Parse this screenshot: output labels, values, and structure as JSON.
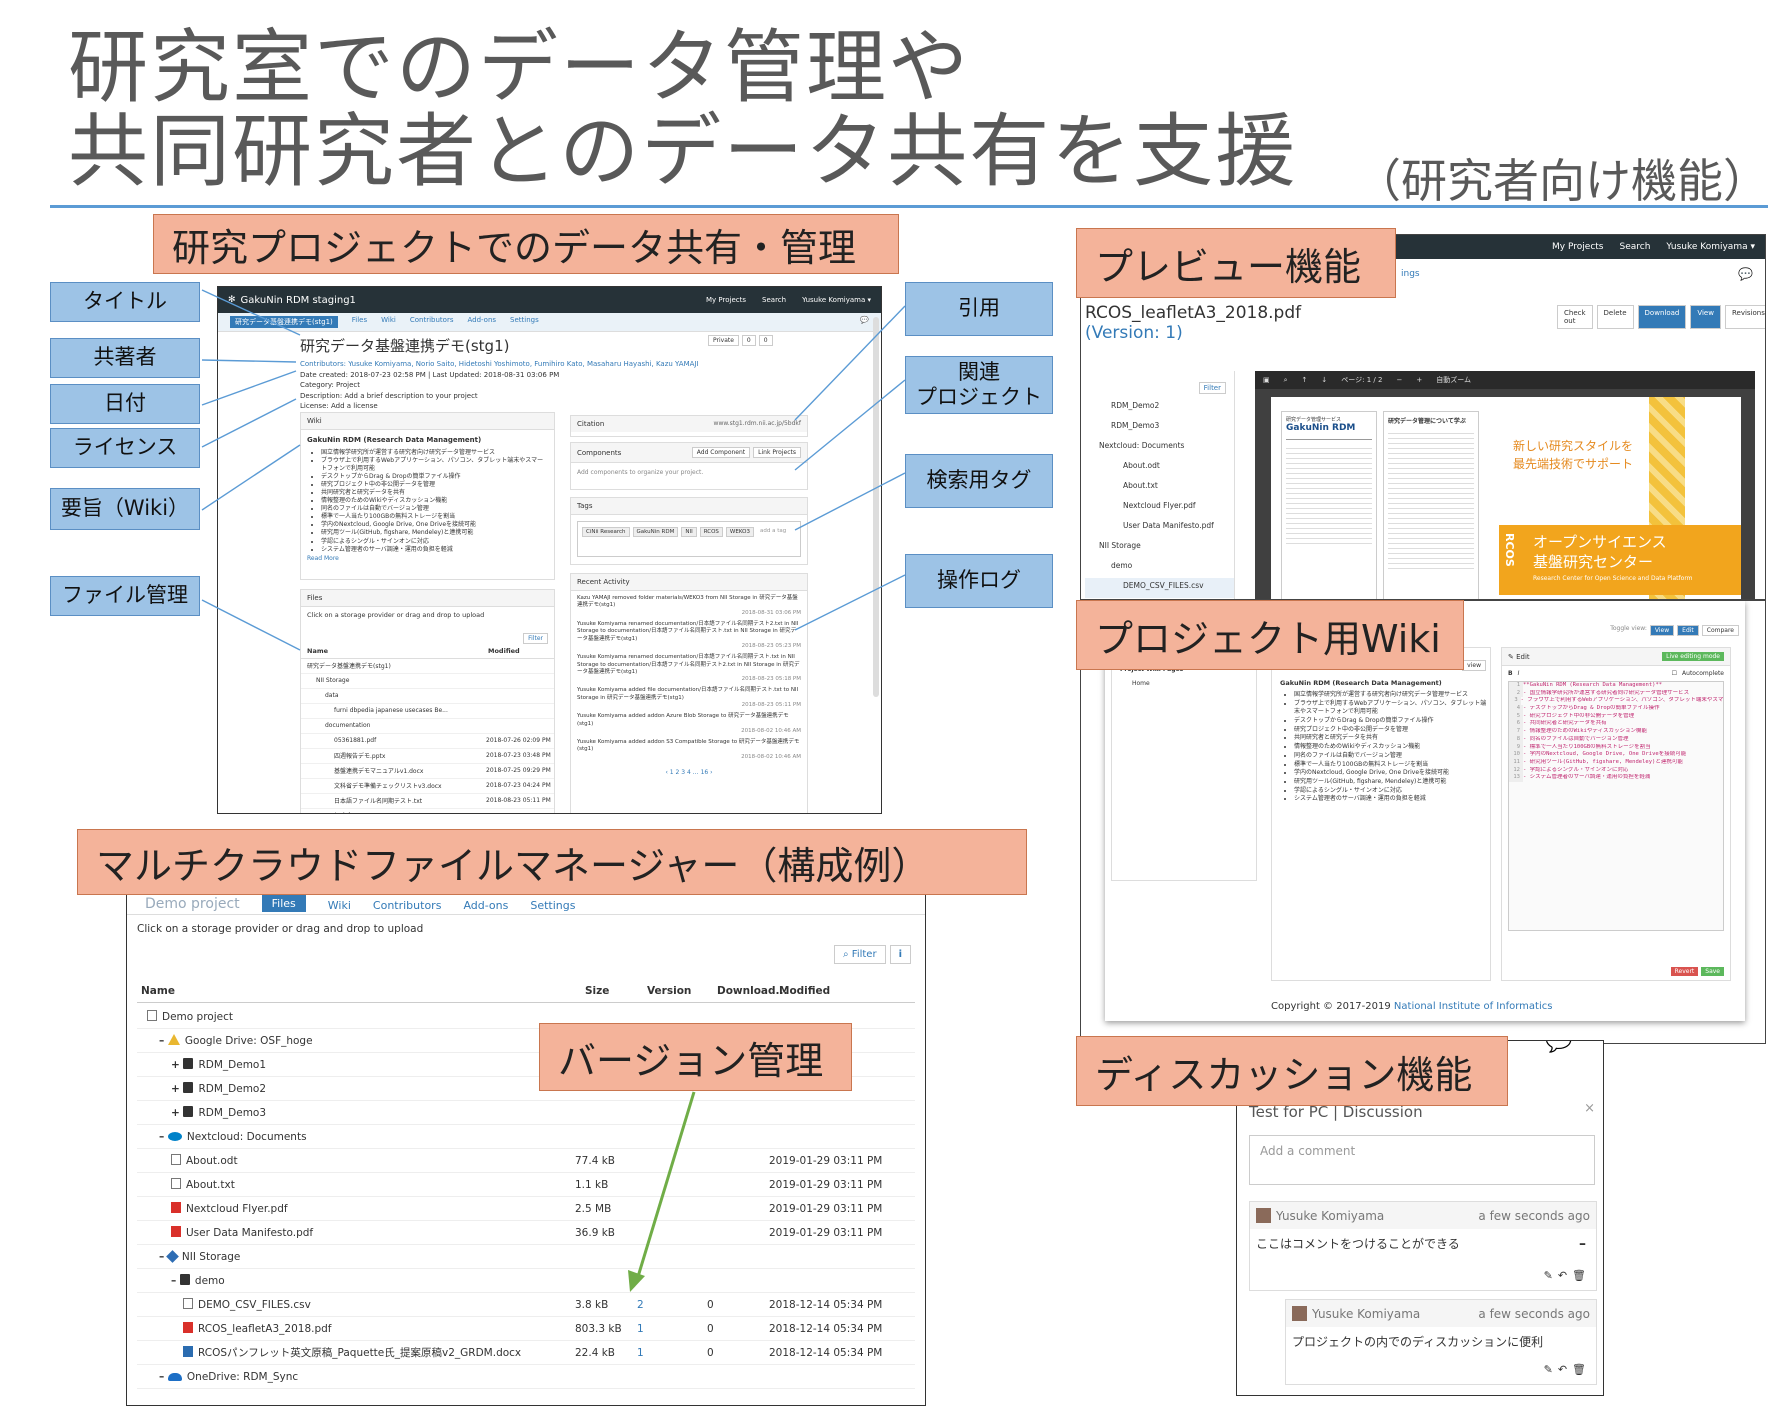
{
  "slide": {
    "title_line1": "研究室でのデータ管理や",
    "title_line2": "共同研究者とのデータ共有を支援",
    "subtitle": "（研究者向け機能）"
  },
  "callouts": {
    "project_sharing": "研究プロジェクトでのデータ共有・管理",
    "preview": "プレビュー機能",
    "wiki": "プロジェクト用Wiki",
    "multicloud": "マルチクラウドファイルマネージャー（構成例）",
    "version": "バージョン管理",
    "discussion": "ディスカッション機能"
  },
  "left_tags": [
    "タイトル",
    "共著者",
    "日付",
    "ライセンス",
    "要旨（Wiki）",
    "ファイル管理"
  ],
  "right_tags": [
    "引用",
    "関連\nプロジェクト",
    "検索用タグ",
    "操作ログ"
  ],
  "project": {
    "brand": "GakuNin RDM staging1",
    "nav": [
      "My Projects",
      "Search",
      "Yusuke Komiyama ▾"
    ],
    "tabs": [
      "研究データ基盤連携デモ(stg1)",
      "Files",
      "Wiki",
      "Contributors",
      "Add-ons",
      "Settings"
    ],
    "title": "研究データ基盤連携デモ(stg1)",
    "buttons": [
      "Private",
      "0",
      "0"
    ],
    "contributors": "Contributors: Yusuke Komiyama, Norio Saito, Hidetoshi Yoshimoto, Fumihiro Kato, Masaharu Hayashi, Kazu YAMAJI",
    "dates": "Date created: 2018-07-23 02:58 PM | Last Updated: 2018-08-31 03:06 PM",
    "category": "Category: Project",
    "description": "Description: Add a brief description to your project",
    "license": "License: Add a license",
    "wiki_header": "Wiki",
    "wiki_title": "GakuNin RDM (Research Data Management)",
    "wiki_items": [
      "国立情報学研究所が運営する研究者向け研究データ管理サービス",
      "ブラウザ上で利用するWebアプリケーション、パソコン、タブレット端末やスマートフォンで利用可能",
      "デスクトップからDrag & Dropの簡単ファイル操作",
      "研究プロジェクト中の非公開データを管理",
      "共同研究者と研究データを共有",
      "情報整理のためのWikiやディスカッション機能",
      "同名のファイルは自動でバージョン管理",
      "標準で一人当たり100GBの無料ストレージを割当",
      "学内のNextcloud, Google Drive, One Driveを接続可能",
      "研究用ツール(GitHub, figshare, Mendeley)と連携可能",
      "学認によるシングル・サインオンに対応",
      "システム管理者のサーバ調達・運用の負担を軽減"
    ],
    "read_more": "Read More",
    "files_header": "Files",
    "files_hint": "Click on a storage provider or drag and drop to upload",
    "filter": "Filter",
    "files_cols": [
      "Name",
      "Modified"
    ],
    "files_rows": [
      {
        "name": "研究データ基盤連携デモ(stg1)",
        "mod": ""
      },
      {
        "name": "NII Storage",
        "mod": ""
      },
      {
        "name": "data",
        "mod": ""
      },
      {
        "name": "furni dbpedia japanese usecases Be...",
        "mod": ""
      },
      {
        "name": "documentation",
        "mod": ""
      },
      {
        "name": "05361881.pdf",
        "mod": "2018-07-26 02:09 PM"
      },
      {
        "name": "四週報告デモ.pptx",
        "mod": "2018-07-23 03:48 PM"
      },
      {
        "name": "基盤連携デモマニュアルv1.docx",
        "mod": "2018-07-25 09:29 PM"
      },
      {
        "name": "文科省デモ準備チェックリストv3.docx",
        "mod": "2018-07-23 04:24 PM"
      },
      {
        "name": "日本語ファイル名同期テスト.txt",
        "mod": "2018-08-23 05:11 PM"
      },
      {
        "name": "materials",
        "mod": ""
      }
    ],
    "citation_header": "Citation",
    "citation_value": "www.stg1.rdm.nii.ac.jp/5bdkf",
    "components_header": "Components",
    "components_buttons": [
      "Add Component",
      "Link Projects"
    ],
    "components_hint": "Add components to organize your project.",
    "tags_header": "Tags",
    "tags": [
      "CiNii Research",
      "GakuNin RDM",
      "NII",
      "RCOS",
      "WEKO3",
      "add a tag"
    ],
    "activity_header": "Recent Activity",
    "activity": [
      {
        "text": "Kazu YAMAJI removed folder materials/WEKO3 from NII Storage in 研究データ基盤連携デモ(stg1)",
        "time": "2018-08-31 03:06 PM"
      },
      {
        "text": "Yusuke Komiyama renamed documentation/日本語ファイル名同期テスト2.txt in NII Storage to documentation/日本語ファイル名同期テスト.txt in NII Storage in 研究データ基盤連携デモ(stg1)",
        "time": "2018-08-23 05:23 PM"
      },
      {
        "text": "Yusuke Komiyama renamed documentation/日本語ファイル名同期テスト.txt in NII Storage to documentation/日本語ファイル名同期テスト2.txt in NII Storage in 研究データ基盤連携デモ(stg1)",
        "time": "2018-08-23 05:18 PM"
      },
      {
        "text": "Yusuke Komiyama added file documentation/日本語ファイル名同期テスト.txt to NII Storage in 研究データ基盤連携デモ(stg1)",
        "time": "2018-08-23 05:11 PM"
      },
      {
        "text": "Yusuke Komiyama added addon Azure Blob Storage to 研究データ基盤連携デモ(stg1)",
        "time": "2018-08-02 10:46 AM"
      },
      {
        "text": "Yusuke Komiyama added addon S3 Compatible Storage to 研究データ基盤連携デモ(stg1)",
        "time": "2018-08-02 10:46 AM"
      }
    ],
    "pager": "‹  1  2  3  4  …  16  ›"
  },
  "preview": {
    "nav": [
      "My Projects",
      "Search",
      "Yusuke Komiyama ▾"
    ],
    "breadcrumb": "ings",
    "filename": "RCOS_leafletA3_2018.pdf",
    "version": "(Version: 1)",
    "buttons": [
      "Check out",
      "Delete",
      "Download",
      "View",
      "Revisions"
    ],
    "filter": "Filter",
    "tree": [
      "RDM_Demo2",
      "RDM_Demo3",
      "Nextcloud: Documents",
      "About.odt",
      "About.txt",
      "Nextcloud Flyer.pdf",
      "User Data Manifesto.pdf",
      "NII Storage",
      "demo",
      "DEMO_CSV_FILES.csv"
    ],
    "pdf_page": "ページ: 1 / 2",
    "pdf_zoom": "自動ズーム",
    "leaflet_head": "GakuNin RDM",
    "leaflet_sub": "研究データ管理サービス",
    "leaflet_head2": "研究データ管理について学ぶ",
    "leaflet_slogan1": "新しい研究スタイルを",
    "leaflet_slogan2": "最先端技術でサポート",
    "leaflet_center1": "オープンサイエンス",
    "leaflet_center2": "基盤研究センター",
    "leaflet_en": "Research Center for Open Science and Data Platform",
    "leaflet_rcos": "RCOS"
  },
  "wiki_shot": {
    "toggle": [
      "Toggle view:",
      "View",
      "Edit",
      "Compare"
    ],
    "pages_header": "Project Wiki Pages",
    "pages": [
      "Home"
    ],
    "view_label": "view",
    "view_title": "GakuNin RDM (Research Data Management)",
    "edit_label": "Edit",
    "live_mode": "Live editing mode",
    "autocomplete": "Autocomplete",
    "editor_lines": [
      "**GakuNin RDM (Research Data Management)**",
      "- 国立情報学研究所が運営する研究者向け研究データ管理サービス",
      "- ブラウザ上で利用するWebアプリケーション、パソコン、タブレット端末やスマートフォンで利用可能",
      "- デスクトップからDrag & Dropの簡単ファイル操作",
      "- 研究プロジェクト中の非公開データを管理",
      "- 共同研究者と研究データを共有",
      "- 情報整理のためのWikiやディスカッション機能",
      "- 同名のファイルは自動でバージョン管理",
      "- 標準で一人当たり100GBの無料ストレージを割当",
      "- 学内のNextcloud, Google Drive, One Driveを接続可能",
      "- 研究用ツール(GitHub, figshare, Mendeley)と連携可能",
      "- 学認によるシングル・サインオンに対応",
      "- システム管理者のサーバ調達・運用の負担を軽減"
    ],
    "revert": "Revert",
    "save": "Save",
    "copyright": "Copyright © 2017-2019",
    "copyright_link": "National Institute of Informatics"
  },
  "multicloud": {
    "tabs": [
      "Demo project",
      "Files",
      "Wiki",
      "Contributors",
      "Add-ons",
      "Settings"
    ],
    "hint": "Click on a storage provider or drag and drop to upload",
    "filter": "Filter",
    "info": "i",
    "cols": [
      "Name",
      "Size",
      "Version",
      "Download...",
      "Modified"
    ],
    "rows": [
      {
        "icon": "box",
        "indent": 0,
        "toggle": "",
        "name": "Demo project",
        "size": "",
        "version": "",
        "downloads": "",
        "modified": ""
      },
      {
        "icon": "gd",
        "indent": 1,
        "toggle": "–",
        "name": "Google Drive: OSF_hoge",
        "size": "",
        "version": "",
        "downloads": "",
        "modified": ""
      },
      {
        "icon": "folder",
        "indent": 2,
        "toggle": "+",
        "name": "RDM_Demo1",
        "size": "",
        "version": "",
        "downloads": "",
        "modified": ""
      },
      {
        "icon": "folder",
        "indent": 2,
        "toggle": "+",
        "name": "RDM_Demo2",
        "size": "",
        "version": "",
        "downloads": "",
        "modified": ""
      },
      {
        "icon": "folder",
        "indent": 2,
        "toggle": "+",
        "name": "RDM_Demo3",
        "size": "",
        "version": "",
        "downloads": "",
        "modified": ""
      },
      {
        "icon": "nc",
        "indent": 1,
        "toggle": "–",
        "name": "Nextcloud: Documents",
        "size": "",
        "version": "",
        "downloads": "",
        "modified": ""
      },
      {
        "icon": "file",
        "indent": 2,
        "toggle": "",
        "name": "About.odt",
        "size": "77.4 kB",
        "version": "",
        "downloads": "",
        "modified": "2019-01-29 03:11 PM"
      },
      {
        "icon": "file",
        "indent": 2,
        "toggle": "",
        "name": "About.txt",
        "size": "1.1 kB",
        "version": "",
        "downloads": "",
        "modified": "2019-01-29 03:11 PM"
      },
      {
        "icon": "pdf",
        "indent": 2,
        "toggle": "",
        "name": "Nextcloud Flyer.pdf",
        "size": "2.5 MB",
        "version": "",
        "downloads": "",
        "modified": "2019-01-29 03:11 PM"
      },
      {
        "icon": "pdf",
        "indent": 2,
        "toggle": "",
        "name": "User Data Manifesto.pdf",
        "size": "36.9 kB",
        "version": "",
        "downloads": "",
        "modified": "2019-01-29 03:11 PM"
      },
      {
        "icon": "nii",
        "indent": 1,
        "toggle": "–",
        "name": "NII Storage",
        "size": "",
        "version": "",
        "downloads": "",
        "modified": ""
      },
      {
        "icon": "folder",
        "indent": 2,
        "toggle": "–",
        "name": "demo",
        "size": "",
        "version": "",
        "downloads": "",
        "modified": ""
      },
      {
        "icon": "file",
        "indent": 3,
        "toggle": "",
        "name": "DEMO_CSV_FILES.csv",
        "size": "3.8 kB",
        "version": "2",
        "downloads": "0",
        "modified": "2018-12-14 05:34 PM"
      },
      {
        "icon": "pdf",
        "indent": 3,
        "toggle": "",
        "name": "RCOS_leafletA3_2018.pdf",
        "size": "803.3 kB",
        "version": "1",
        "downloads": "0",
        "modified": "2018-12-14 05:34 PM"
      },
      {
        "icon": "doc",
        "indent": 3,
        "toggle": "",
        "name": "RCOSパンフレット英文原稿_Paquette氏_提案原稿v2_GRDM.docx",
        "size": "22.4 kB",
        "version": "1",
        "downloads": "0",
        "modified": "2018-12-14 05:34 PM"
      },
      {
        "icon": "od",
        "indent": 1,
        "toggle": "–",
        "name": "OneDrive: RDM_Sync",
        "size": "",
        "version": "",
        "downloads": "",
        "modified": ""
      }
    ]
  },
  "discussion": {
    "title": "Test for PC | Discussion",
    "close": "×",
    "placeholder": "Add a comment",
    "comments": [
      {
        "author": "Yusuke Komiyama",
        "time": "a few seconds ago",
        "text": "ここはコメントをつけることができる"
      },
      {
        "author": "Yusuke Komiyama",
        "time": "a few seconds ago",
        "text": "プロジェクトの内でのディスカッションに便利"
      }
    ]
  },
  "colors": {
    "callout_fill": "#f4b39a",
    "tag_fill": "#9dc3e6",
    "navbar": "#263238",
    "link": "#337ab7",
    "arrow": "#70ad47"
  }
}
